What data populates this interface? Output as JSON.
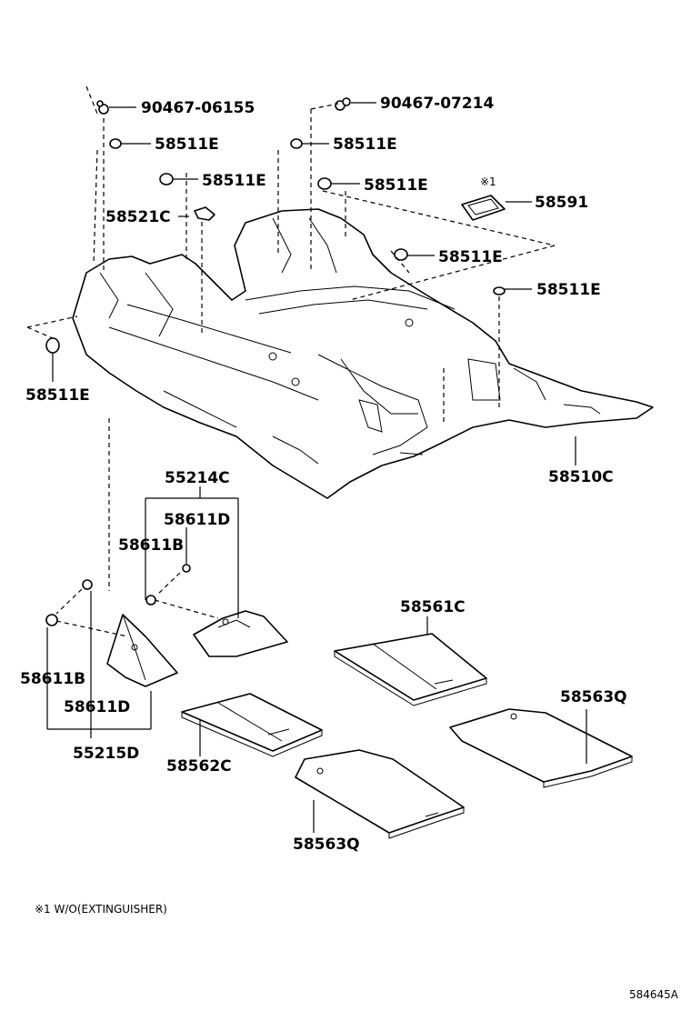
{
  "diagram": {
    "labels": {
      "p90467_06155": "90467-06155",
      "p90467_07214": "90467-07214",
      "p58511E_a": "58511E",
      "p58511E_b": "58511E",
      "p58511E_c": "58511E",
      "p58511E_d": "58511E",
      "p58511E_e": "58511E",
      "p58511E_f": "58511E",
      "p58511E_g": "58511E",
      "p58521C": "58521C",
      "p58591": "58591",
      "p58591_mark": "※1",
      "p58510C": "58510C",
      "p55214C": "55214C",
      "p58611D_a": "58611D",
      "p58611B_a": "58611B",
      "p58561C": "58561C",
      "p58563Q_a": "58563Q",
      "p58611B_b": "58611B",
      "p58611D_b": "58611D",
      "p55215D": "55215D",
      "p58562C": "58562C",
      "p58563Q_b": "58563Q"
    },
    "footnote": "※1 W/O(EXTINGUISHER)",
    "drawing_code": "584645A"
  }
}
